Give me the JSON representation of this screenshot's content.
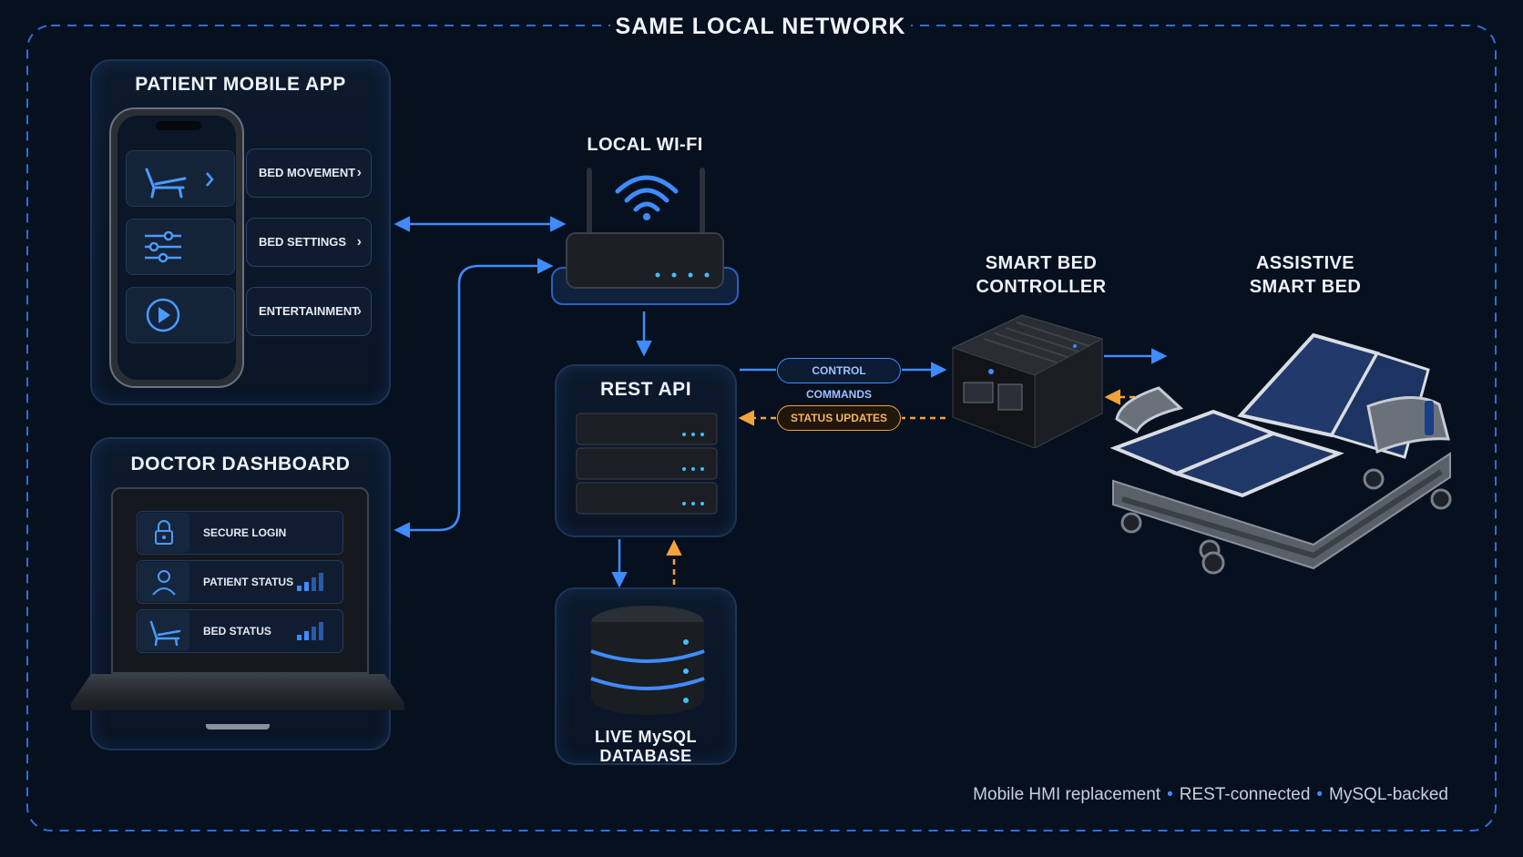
{
  "network": {
    "title": "SAME LOCAL NETWORK"
  },
  "patient_app": {
    "title": "PATIENT MOBILE APP",
    "items": [
      {
        "label": "BED MOVEMENT",
        "icon": "bed-icon"
      },
      {
        "label": "BED SETTINGS",
        "icon": "sliders-icon"
      },
      {
        "label": "ENTERTAINMENT",
        "icon": "play-icon"
      }
    ]
  },
  "doctor_dashboard": {
    "title": "DOCTOR DASHBOARD",
    "items": [
      {
        "label": "SECURE LOGIN",
        "icon": "lock-icon"
      },
      {
        "label": "PATIENT STATUS",
        "icon": "user-icon"
      },
      {
        "label": "BED STATUS",
        "icon": "bed-icon"
      }
    ]
  },
  "wifi": {
    "title": "LOCAL WI-FI"
  },
  "rest_api": {
    "title": "REST API"
  },
  "database": {
    "title": "LIVE MySQL DATABASE"
  },
  "controller": {
    "title_line1": "SMART BED",
    "title_line2": "CONTROLLER"
  },
  "bed": {
    "title_line1": "ASSISTIVE",
    "title_line2": "SMART BED"
  },
  "links": {
    "control_commands": "CONTROL COMMANDS",
    "status_updates": "STATUS UPDATES"
  },
  "footer": {
    "item1": "Mobile HMI replacement",
    "item2": "REST-connected",
    "item3": "MySQL-backed"
  },
  "colors": {
    "background": "#06101f",
    "accent_blue": "#3f8bff",
    "accent_orange": "#f2a23a",
    "panel_border": "#1d3456"
  }
}
